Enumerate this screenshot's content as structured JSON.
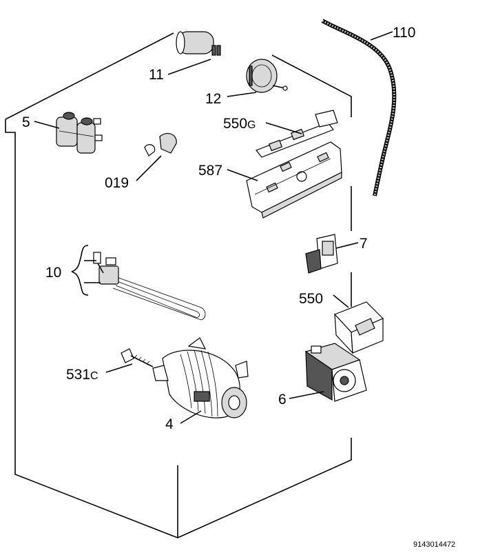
{
  "labels": {
    "p110": "110",
    "p11": "11",
    "p12": "12",
    "p5": "5",
    "p550g_main": "550",
    "p550g_suffix": "G",
    "p019": "019",
    "p587": "587",
    "p7": "7",
    "p10": "10",
    "p550": "550",
    "p531c_main": "531",
    "p531c_suffix": "C",
    "p6": "6",
    "p4": "4"
  },
  "reference": "9143014472"
}
